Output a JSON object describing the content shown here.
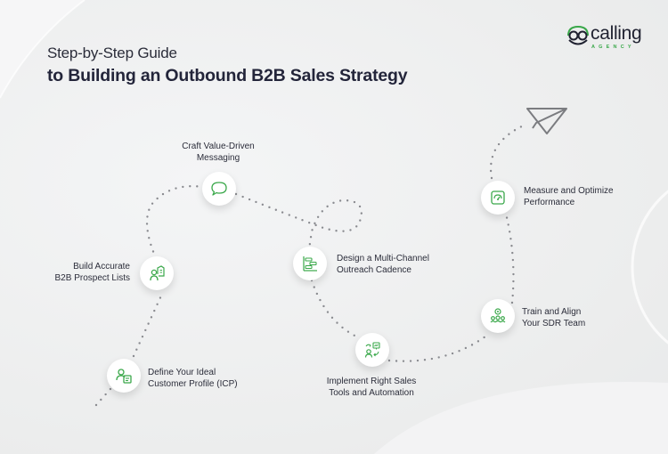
{
  "header": {
    "title_line1": "Step-by-Step Guide",
    "title_line2": "to Building an Outbound B2B Sales Strategy"
  },
  "logo": {
    "brand": "calling",
    "sub": "AGENCY",
    "icon": "headset-cc-icon"
  },
  "colors": {
    "accent_green": "#3aa84a",
    "text_dark": "#2b2d3a",
    "dot_gray": "#8a8b90",
    "node_bg": "#ffffff"
  },
  "steps": [
    {
      "order": 1,
      "label_line1": "Define Your Ideal",
      "label_line2": "Customer Profile (ICP)",
      "icon": "customer-profile-icon"
    },
    {
      "order": 2,
      "label_line1": "Build Accurate",
      "label_line2": "B2B Prospect Lists",
      "icon": "prospect-list-icon"
    },
    {
      "order": 3,
      "label_line1": "Craft Value-Driven",
      "label_line2": "Messaging",
      "icon": "chat-bubble-icon"
    },
    {
      "order": 4,
      "label_line1": "Design a Multi-Channel",
      "label_line2": "Outreach Cadence",
      "icon": "flowchart-icon"
    },
    {
      "order": 5,
      "label_line1": "Implement Right Sales",
      "label_line2": "Tools and Automation",
      "icon": "automation-tools-icon"
    },
    {
      "order": 6,
      "label_line1": "Train and Align",
      "label_line2": "Your SDR Team",
      "icon": "team-training-icon"
    },
    {
      "order": 7,
      "label_line1": "Measure and Optimize",
      "label_line2": "Performance",
      "icon": "gauge-meter-icon"
    }
  ],
  "end_icon": "paper-plane-icon"
}
